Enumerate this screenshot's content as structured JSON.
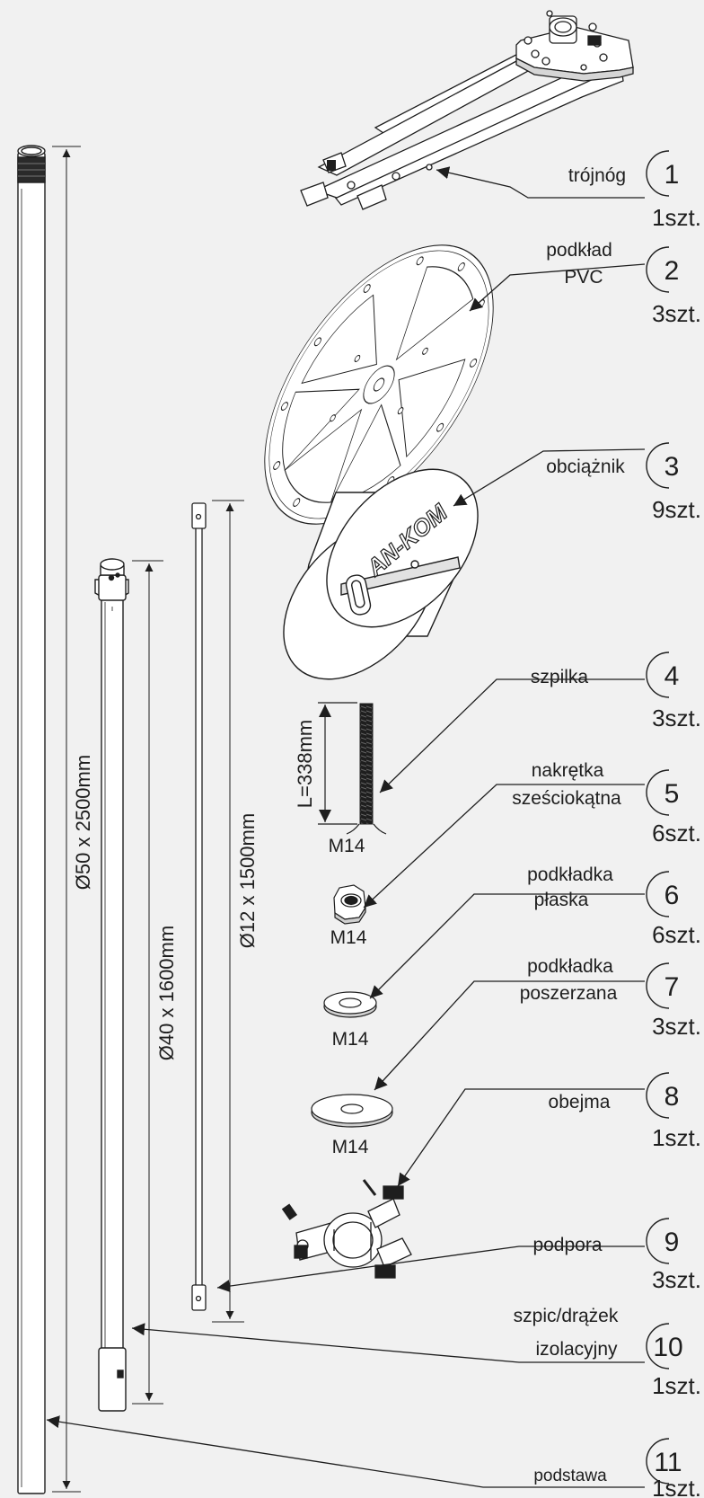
{
  "items": [
    {
      "number": "1",
      "name_lines": [
        "trójnóg"
      ],
      "qty": "1szt."
    },
    {
      "number": "2",
      "name_lines": [
        "podkład",
        "PVC"
      ],
      "qty": "3szt."
    },
    {
      "number": "3",
      "name_lines": [
        "obciążnik"
      ],
      "qty": "9szt."
    },
    {
      "number": "4",
      "name_lines": [
        "szpilka"
      ],
      "qty": "3szt."
    },
    {
      "number": "5",
      "name_lines": [
        "nakrętka",
        "sześciokątna"
      ],
      "qty": "6szt."
    },
    {
      "number": "6",
      "name_lines": [
        "podkładka",
        "płaska"
      ],
      "qty": "6szt."
    },
    {
      "number": "7",
      "name_lines": [
        "podkładka",
        "poszerzana"
      ],
      "qty": "3szt."
    },
    {
      "number": "8",
      "name_lines": [
        "obejma"
      ],
      "qty": "1szt."
    },
    {
      "number": "9",
      "name_lines": [
        "podpora"
      ],
      "qty": "3szt."
    },
    {
      "number": "10",
      "name_lines": [
        "szpic/drążek",
        "izolacyjny"
      ],
      "qty": "1szt."
    },
    {
      "number": "11",
      "name_lines": [
        "podstawa"
      ],
      "qty": "1szt."
    }
  ],
  "dimensions": {
    "pole_base": "Ø50 x 2500mm",
    "pole_tip": "Ø40 x 1600mm",
    "support": "Ø12 x 1500mm",
    "pin_length": "L=338mm"
  },
  "thread_labels": {
    "pin": "M14",
    "nut": "M14",
    "washer_flat": "M14",
    "washer_wide": "M14"
  },
  "weight_logo": "AN-KOM",
  "colors": {
    "background": "#f1f1f1",
    "line": "#1e1e1e",
    "part_fill": "#ffffff",
    "shade": "#d6d6d6"
  }
}
